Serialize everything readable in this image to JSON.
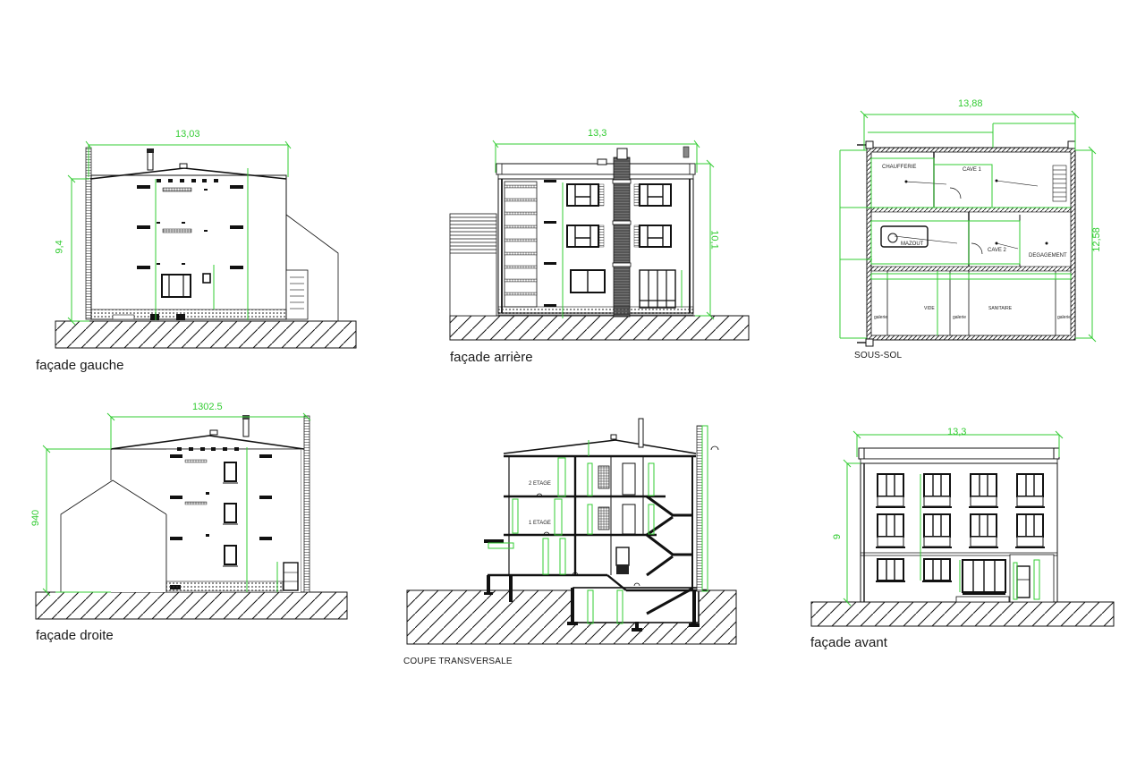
{
  "sheet": {
    "background": "#ffffff",
    "line_color": "#111111",
    "dimension_color": "#33cc33"
  },
  "drawings": {
    "facade_gauche": {
      "caption": "façade gauche",
      "width_dim": "13,03",
      "height_dim": "9,4"
    },
    "facade_arriere": {
      "caption": "façade arrière",
      "width_dim": "13,3",
      "height_dim": "10,1"
    },
    "sous_sol": {
      "caption": "SOUS-SOL",
      "width_dim": "13,88",
      "height_dim": "12,58",
      "rooms": {
        "chaufferie": "CHAUFFERIE",
        "cave1": "CAVE 1",
        "mazout": "MAZOUT",
        "cave2": "CAVE 2",
        "degagement": "DEGAGEMENT",
        "vide": "VIDE",
        "sanitaire": "SANITAIRE",
        "galerie": "galerie"
      }
    },
    "facade_droite": {
      "caption": "façade droite",
      "width_dim": "1302.5",
      "height_dim": "940"
    },
    "coupe_transversale": {
      "caption": "COUPE TRANSVERSALE",
      "levels": {
        "etage2": "2 ETAGE",
        "etage1": "1 ETAGE"
      }
    },
    "facade_avant": {
      "caption": "façade avant",
      "width_dim": "13,3",
      "height_dim": "9"
    }
  }
}
